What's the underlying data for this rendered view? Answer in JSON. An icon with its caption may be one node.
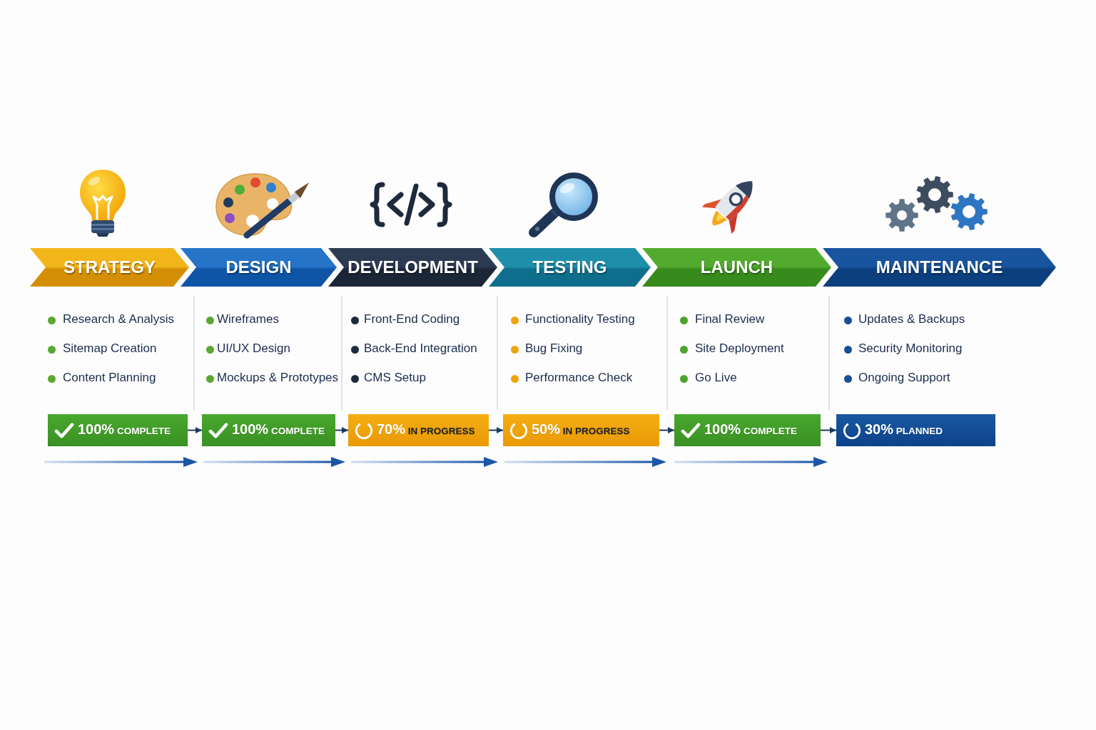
{
  "diagram": {
    "nodes": [
      {
        "text": [
          "STRATEGY"
        ]
      },
      {
        "text": [
          "DESIGN"
        ]
      },
      {
        "text": [
          "DEVELOPMENT"
        ]
      },
      {
        "text": [
          "TESTING"
        ]
      },
      {
        "text": [
          "LAUNCH"
        ]
      },
      {
        "text": [
          "MAINTENANCE"
        ]
      },
      {
        "text": [
          "100% COMPLETE"
        ]
      },
      {
        "text": [
          "100% COMPLETE"
        ]
      },
      {
        "text": [
          "70% IN PROGRESS"
        ]
      },
      {
        "text": [
          "50% IN PROGRESS"
        ]
      },
      {
        "text": [
          "100% COMPLETE"
        ]
      },
      {
        "text": [
          "30% PLANNED"
        ]
      }
    ],
    "edges": [
      {
        "from": 6,
        "to": 7,
        "arrow": "to"
      },
      {
        "from": 7,
        "to": 8,
        "arrow": "to"
      },
      {
        "from": 8,
        "to": 9,
        "arrow": "to"
      },
      {
        "from": 9,
        "to": 10,
        "arrow": "to"
      },
      {
        "from": 10,
        "to": 11,
        "arrow": "to"
      }
    ],
    "labels": [
      "Research & Analysis",
      "Sitemap Creation",
      "Content Planning",
      "Wireframes",
      "UI/UX Design",
      "Mockups & Prototypes",
      "Front-End Coding",
      "Back-End Integration",
      "CMS Setup",
      "Functionality Testing",
      "Bug Fixing",
      "Performance Check",
      "Final Review",
      "Site Deployment",
      "Go Live",
      "Updates & Backups",
      "Security Monitoring",
      "Ongoing Support"
    ]
  }
}
